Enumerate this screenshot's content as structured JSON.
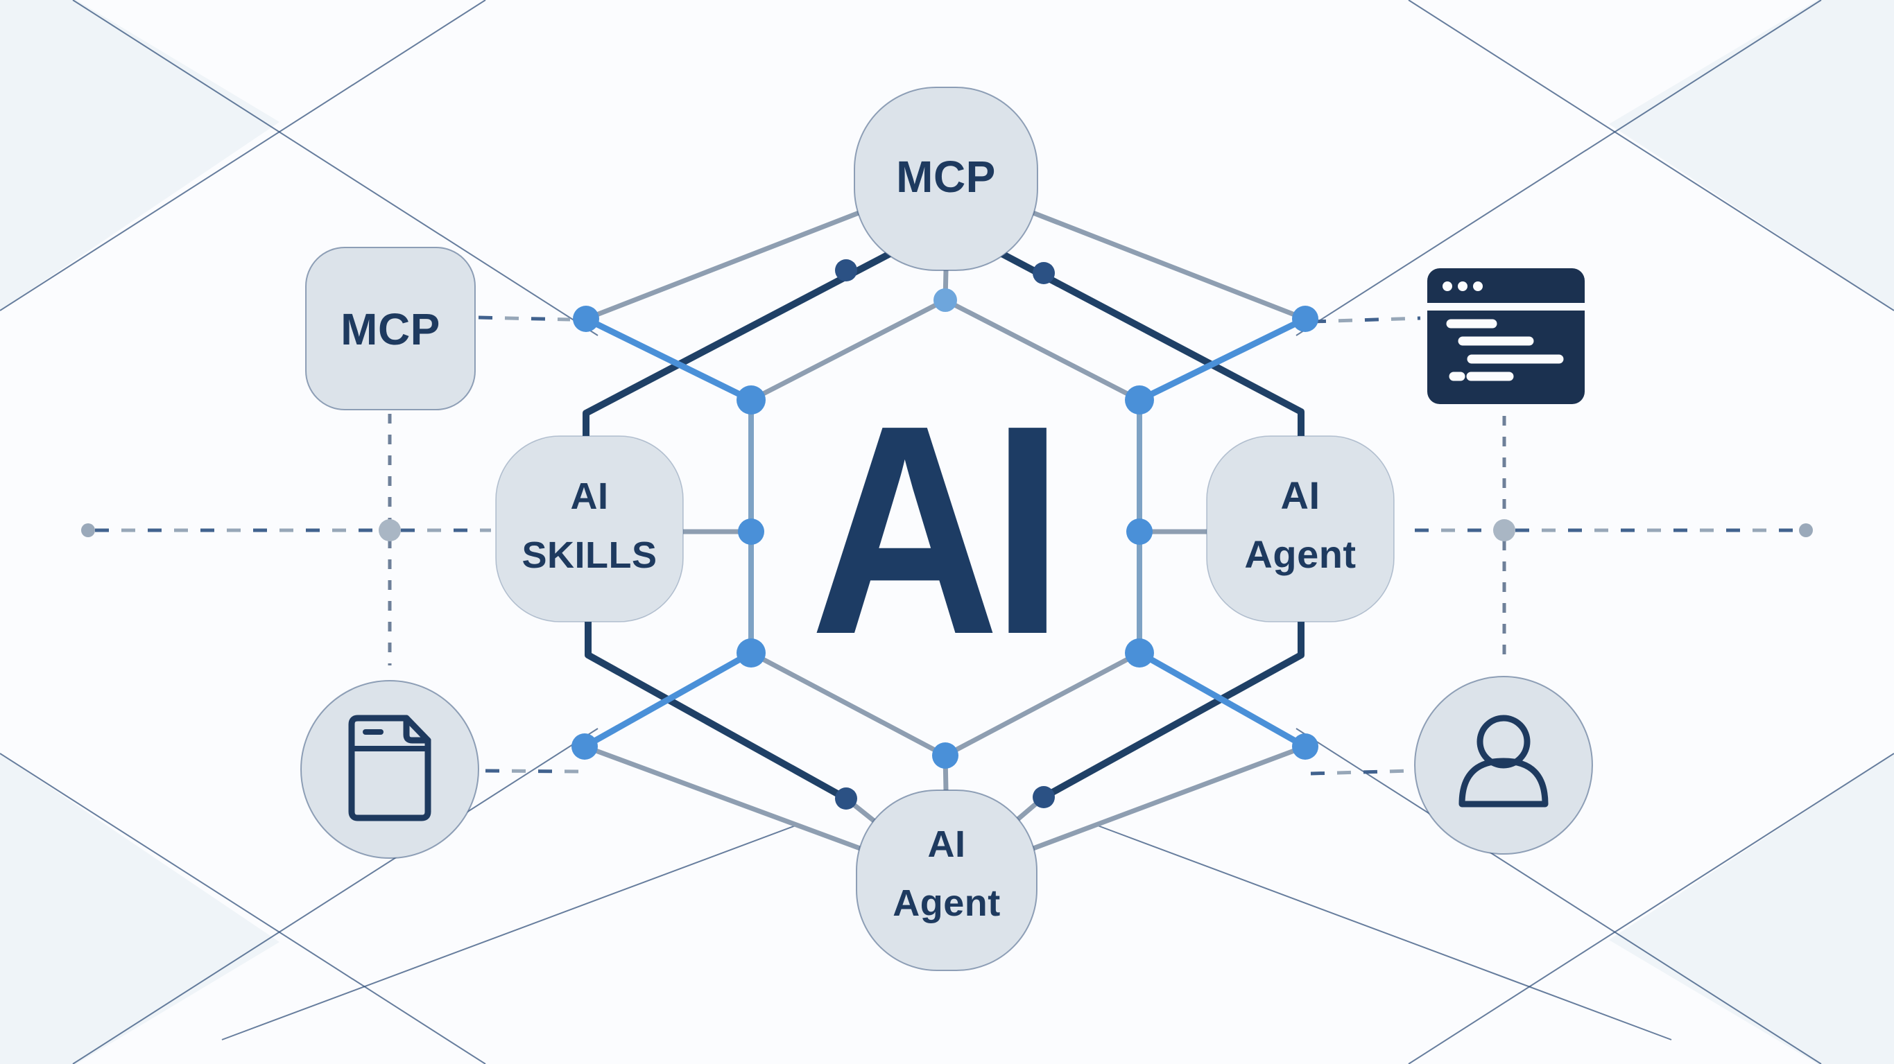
{
  "diagram": {
    "title_hub_label": "AI",
    "nodes": {
      "mcp_top_circle": {
        "label": "MCP"
      },
      "mcp_left_box": {
        "label": "MCP"
      },
      "ai_skills_box": {
        "line1": "AI",
        "line2": "SKILLS"
      },
      "ai_agent_right_box": {
        "line1": "AI",
        "line2": "Agent"
      },
      "ai_agent_bottom_circle": {
        "line1": "AI",
        "line2": "Agent"
      }
    },
    "icons": {
      "top_right": "code-window-icon",
      "bottom_left": "document-icon",
      "bottom_right": "user-icon"
    },
    "colors": {
      "navy_text": "#1e3a5f",
      "hub_text": "#1d3c64",
      "node_fill": "#dce3ea",
      "blue_accent": "#4a90d8",
      "light_blue_dot": "#6ea6dc",
      "navy_dot": "#2b5184",
      "navy_line": "#1f4066",
      "gray_line": "#8e9eb1",
      "dashed_gray": "#8595a9",
      "background": "#fbfcfe",
      "corner_tint": "#e8eef4"
    }
  }
}
